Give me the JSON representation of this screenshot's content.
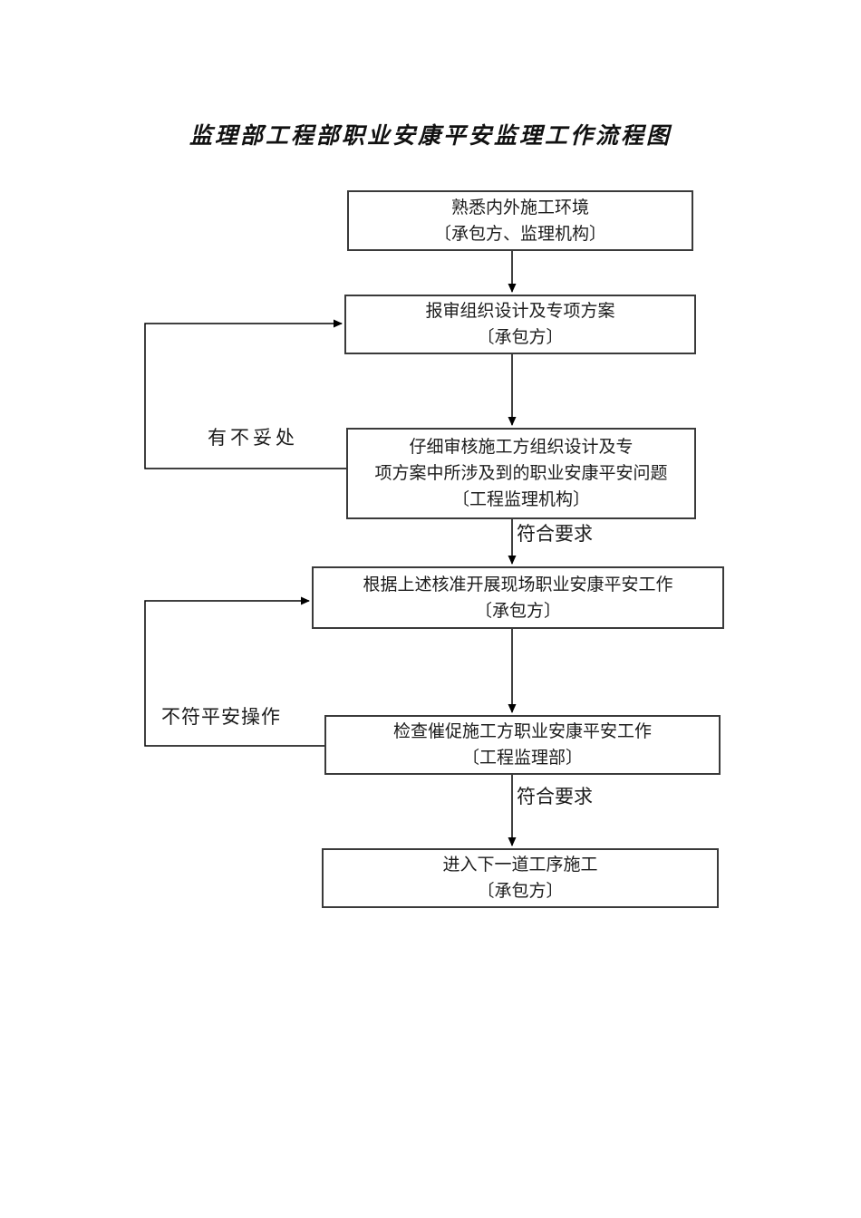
{
  "page": {
    "title": "监理部工程部职业安康平安监理工作流程图"
  },
  "flowchart": {
    "nodes": [
      {
        "line1": "熟悉内外施工环境",
        "line2": "〔承包方、监理机构〕"
      },
      {
        "line1": "报审组织设计及专项方案",
        "line2": "〔承包方〕"
      },
      {
        "line1": "仔细审核施工方组织设计及专",
        "line2": "项方案中所涉及到的职业安康平安问题",
        "line3": "〔工程监理机构〕"
      },
      {
        "line1": "根据上述核准开展现场职业安康平安工作",
        "line2": "〔承包方〕"
      },
      {
        "line1": "检查催促施工方职业安康平安工作",
        "line2": "〔工程监理部〕"
      },
      {
        "line1": "进入下一道工序施工",
        "line2": "〔承包方〕"
      }
    ],
    "labels": {
      "feedback1": "有不妥处",
      "ok1": "符合要求",
      "feedback2": "不符平安操作",
      "ok2": "符合要求"
    },
    "line_color": "#000000",
    "border_color": "#3a3a3a"
  }
}
